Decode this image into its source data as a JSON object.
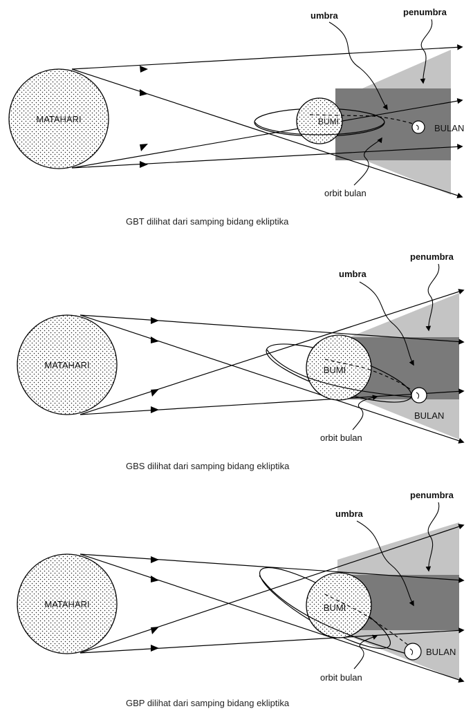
{
  "colors": {
    "penumbra": "#c4c4c4",
    "umbra": "#7a7a7a",
    "line": "#000000",
    "background": "#ffffff"
  },
  "diagrams": [
    {
      "sun_label": "MATAHARI",
      "earth_label": "BUMI",
      "moon_label": "BULAN",
      "umbra_label": "umbra",
      "penumbra_label": "penumbra",
      "orbit_label": "orbit bulan",
      "caption": "GBT dilihat dari samping bidang ekliptika"
    },
    {
      "sun_label": "MATAHARI",
      "earth_label": "BUMI",
      "moon_label": "BULAN",
      "umbra_label": "umbra",
      "penumbra_label": "penumbra",
      "orbit_label": "orbit bulan",
      "caption": "GBS dilihat dari samping bidang ekliptika"
    },
    {
      "sun_label": "MATAHARI",
      "earth_label": "BUMI",
      "moon_label": "BULAN",
      "umbra_label": "umbra",
      "penumbra_label": "penumbra",
      "orbit_label": "orbit bulan",
      "caption": "GBP dilihat dari samping bidang ekliptika"
    }
  ]
}
